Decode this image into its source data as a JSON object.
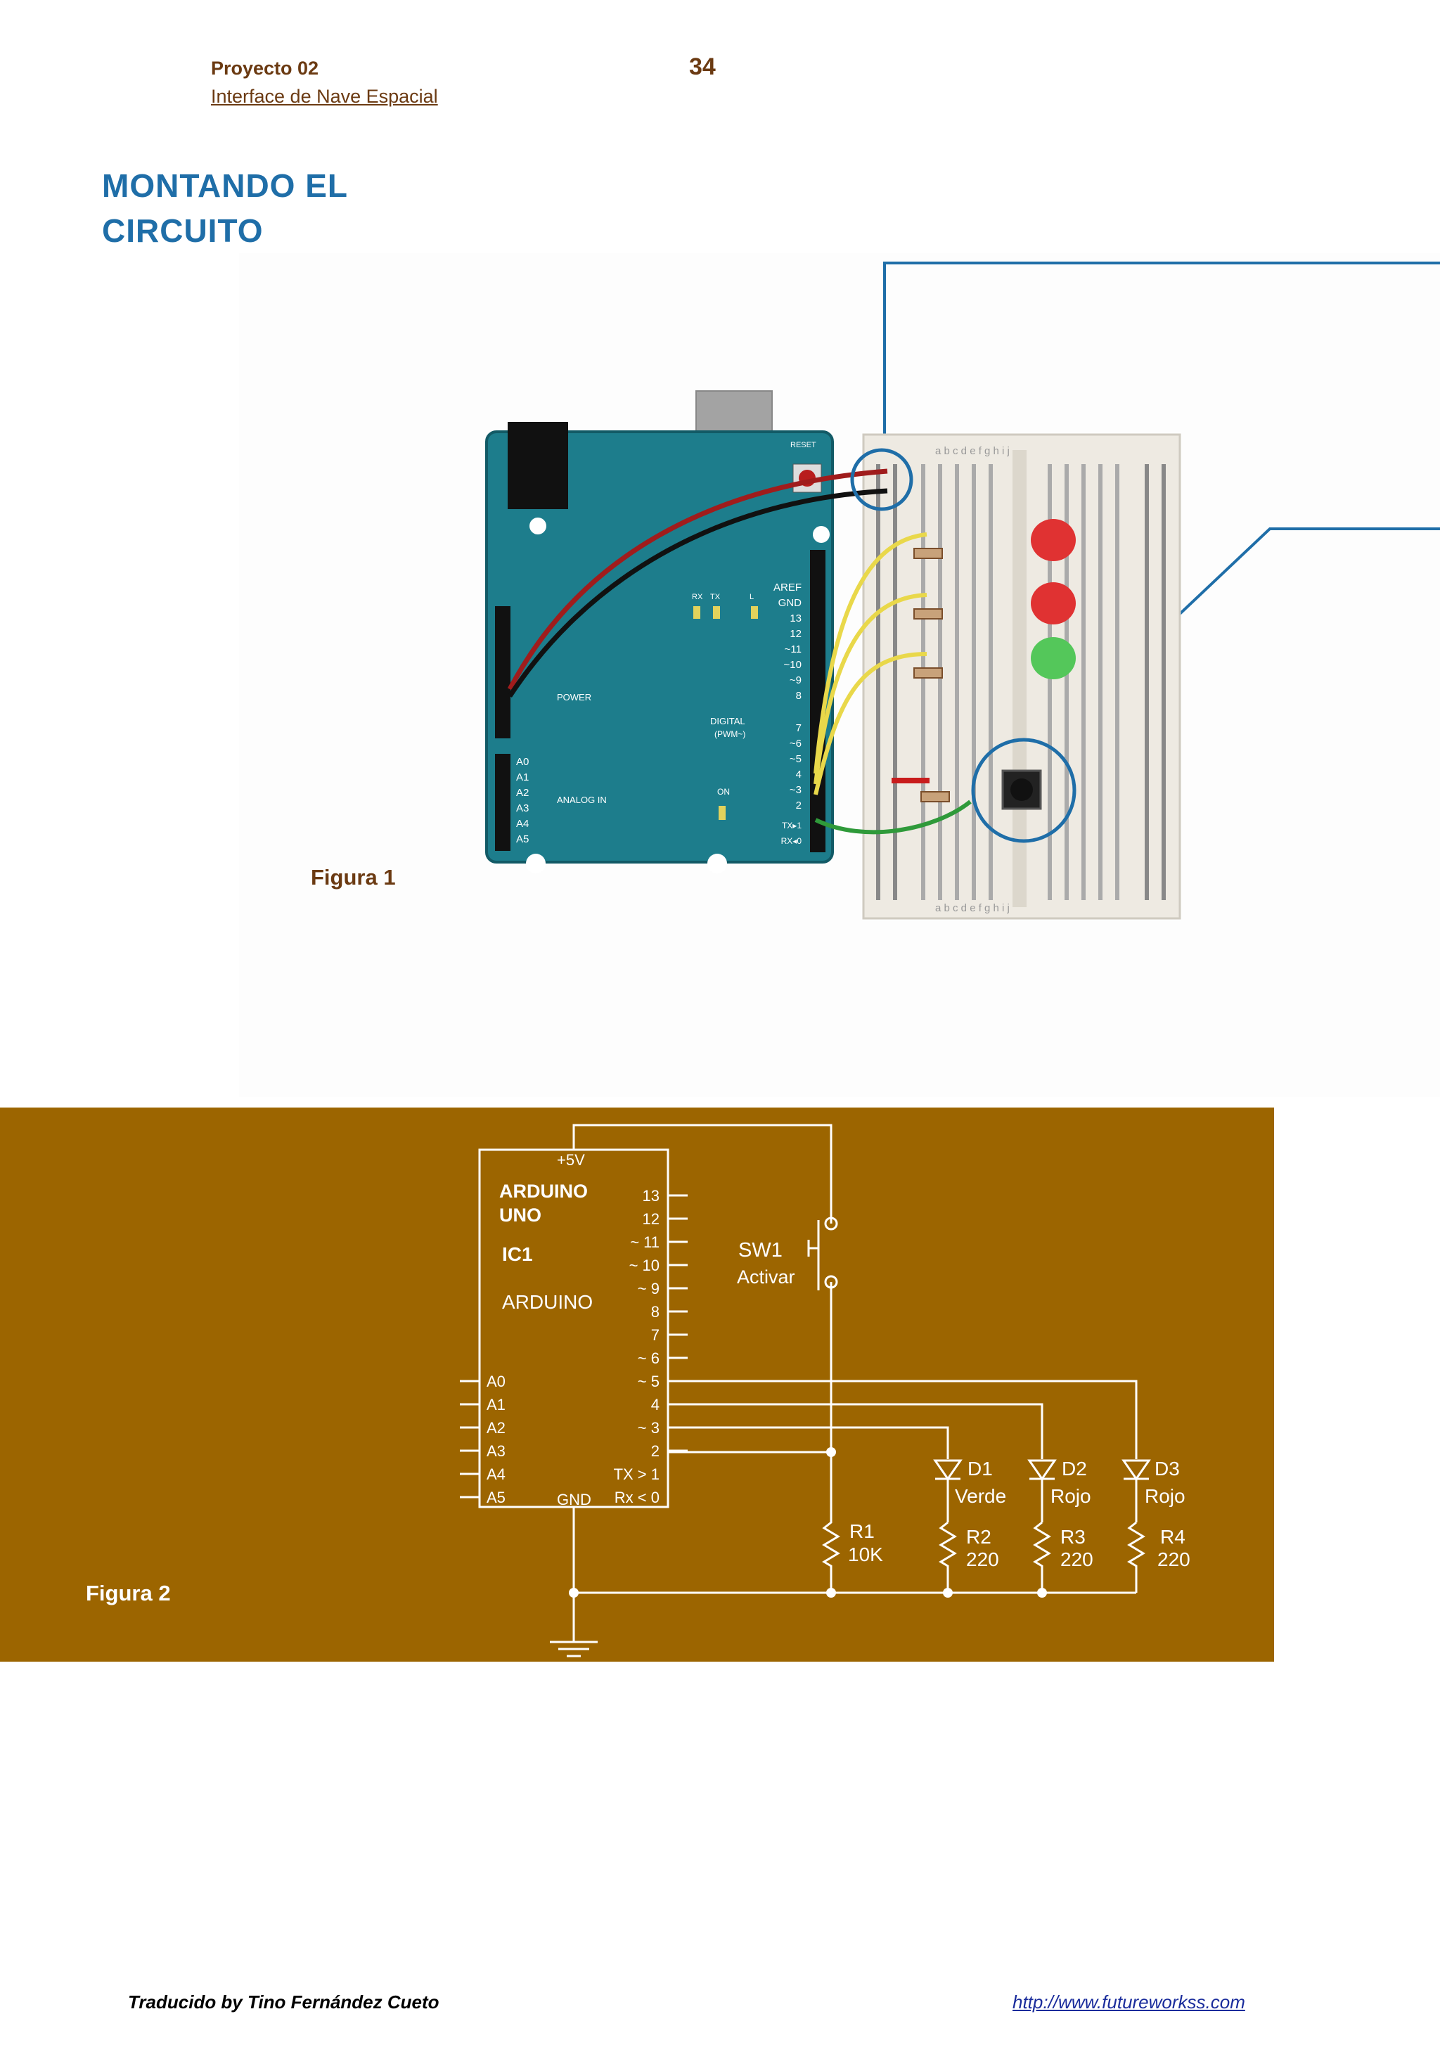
{
  "header": {
    "project": "Proyecto 02",
    "subtitle": "Interface de Nave Espacial",
    "page_number": "34"
  },
  "section_title": [
    "MONTANDO EL",
    "CIRCUITO"
  ],
  "figure1": {
    "label": "Figura 1",
    "board": {
      "labels": [
        "AREF",
        "GND",
        "13",
        "12",
        "~11",
        "~10",
        "~9",
        "8",
        "7",
        "~6",
        "~5",
        "4",
        "~3",
        "2",
        "TX▸1",
        "RX◂0"
      ],
      "digital": "DIGITAL",
      "pwm": "(PWM~)",
      "power": "POWER",
      "analog_in": "ANALOG IN",
      "analog_pins": [
        "A0",
        "A1",
        "A2",
        "A3",
        "A4",
        "A5"
      ],
      "on": "ON",
      "reset": "RESET",
      "leds": [
        "RX",
        "TX",
        "L"
      ]
    },
    "breadboard": {
      "columns": "a b c d e   f g h i j"
    }
  },
  "figure2": {
    "label": "Figura 2",
    "ic": {
      "vcc": "+5V",
      "name": [
        "ARDUINO",
        "UNO"
      ],
      "ref": "IC1",
      "part": "ARDUINO",
      "gnd": "GND",
      "right_pins": [
        "13",
        "12",
        "~ 11",
        "~ 10",
        "~ 9",
        "8",
        "7",
        "~ 6",
        "~ 5",
        "4",
        "~ 3",
        "2",
        "TX > 1",
        "Rx < 0"
      ],
      "left_pins": [
        "A0",
        "A1",
        "A2",
        "A3",
        "A4",
        "A5"
      ]
    },
    "switch": {
      "ref": "SW1",
      "name": "Activar"
    },
    "diodes": [
      {
        "ref": "D1",
        "name": "Verde"
      },
      {
        "ref": "D2",
        "name": "Rojo"
      },
      {
        "ref": "D3",
        "name": "Rojo"
      }
    ],
    "resistors": [
      {
        "ref": "R1",
        "value": "10K"
      },
      {
        "ref": "R2",
        "value": "220"
      },
      {
        "ref": "R3",
        "value": "220"
      },
      {
        "ref": "R4",
        "value": "220"
      }
    ],
    "colors": {
      "background": "#9c6500",
      "lines": "#ffffff"
    }
  },
  "footer": {
    "credit": "Traducido by Tino Fernández Cueto",
    "url": "http://www.futureworkss.com"
  }
}
